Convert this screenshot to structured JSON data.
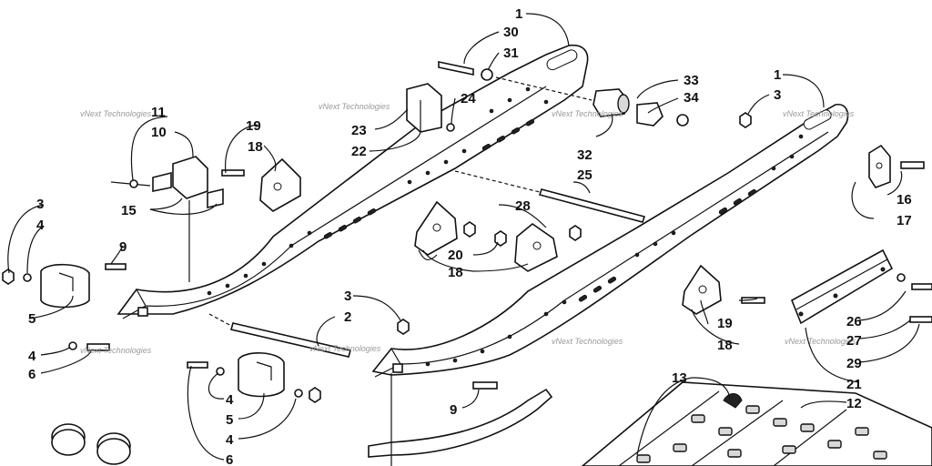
{
  "watermark": "vNext Technologies",
  "callouts": {
    "c1a": "1",
    "c30": "30",
    "c31": "31",
    "c33": "33",
    "c34": "34",
    "c1b": "1",
    "c3a": "3",
    "c24": "24",
    "c23": "23",
    "c22": "22",
    "c11": "11",
    "c10": "10",
    "c19a": "19",
    "c18a": "18",
    "c32": "32",
    "c25": "25",
    "c16": "16",
    "c17": "17",
    "c15": "15",
    "c3b": "3",
    "c4a": "4",
    "c9a": "9",
    "c28": "28",
    "c20": "20",
    "c18b": "18",
    "c5a": "5",
    "c4b": "4",
    "c6a": "6",
    "c3c": "3",
    "c2": "2",
    "c26": "26",
    "c27": "27",
    "c29": "29",
    "c19b": "19",
    "c18c": "18",
    "c21": "21",
    "c4c": "4",
    "c5b": "5",
    "c4d": "4",
    "c6b": "6",
    "c9b": "9",
    "c13": "13",
    "c12": "12"
  }
}
